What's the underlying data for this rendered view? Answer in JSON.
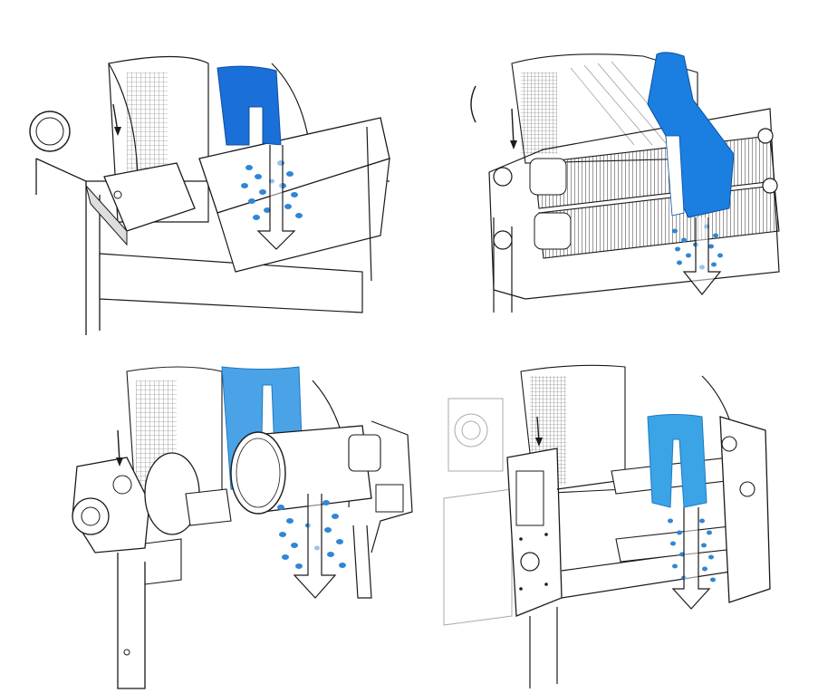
{
  "figure": {
    "panels": [
      {
        "id": "p1",
        "label": "",
        "belt_color": "#1a6fd8"
      },
      {
        "id": "p2",
        "label": "",
        "belt_color": "#1a7fe0"
      },
      {
        "id": "p3",
        "label": "",
        "belt_color": "#4aa3e6"
      },
      {
        "id": "p4",
        "label": "",
        "belt_color": "#3aa4e6"
      }
    ],
    "colors": {
      "line": "#1a1a1a",
      "hatch": "#555555",
      "belt_dark": "#1a6fd8",
      "belt_light": "#4aa3e6",
      "chips": "#2f86d6",
      "paper": "#ffffff"
    }
  }
}
